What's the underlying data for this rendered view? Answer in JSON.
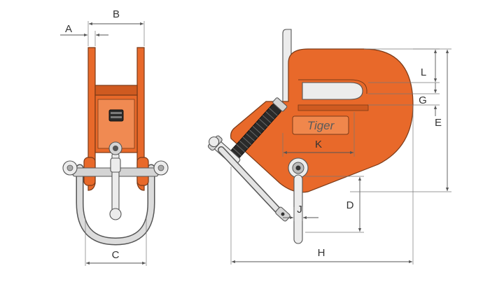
{
  "labels": {
    "a": "A",
    "b": "B",
    "c": "C",
    "d": "D",
    "e": "E",
    "g": "G",
    "h": "H",
    "j": "J",
    "k": "K",
    "l": "L"
  },
  "brand": "Tiger",
  "colors": {
    "body": "#e8692a",
    "metal": "#d4d4d4",
    "outline": "#555555",
    "dimension_line": "#555555",
    "background": "#ffffff"
  }
}
